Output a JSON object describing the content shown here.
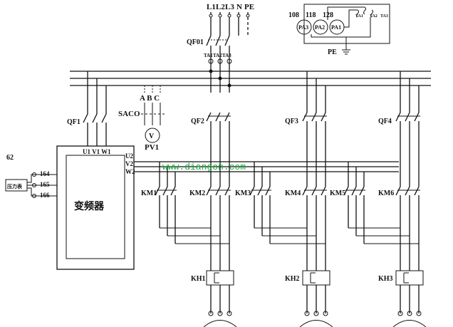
{
  "supply": {
    "phases": [
      "L1",
      "L2",
      "L3",
      "N",
      "PE"
    ]
  },
  "meters": {
    "pa": [
      {
        "num": "108",
        "label": "PA3"
      },
      {
        "num": "118",
        "label": "PA2"
      },
      {
        "num": "128",
        "label": "PA1"
      }
    ],
    "ct_labels": [
      "TA1",
      "TA2",
      "TA3"
    ],
    "pe_label": "PE"
  },
  "main_switch": {
    "label": "QF01",
    "taps": [
      "TA1",
      "TA2",
      "TA3"
    ]
  },
  "breakers": [
    "QF1",
    "QF2",
    "QF3",
    "QF4"
  ],
  "voltmeter": {
    "phases": "A B C",
    "switch": "SACO",
    "meter_symbol": "V",
    "label": "PV1"
  },
  "inverter": {
    "id": "62",
    "input_terminals": "U1 V1 W1",
    "output_terminals": [
      "U2",
      "V2",
      "W2"
    ],
    "name": "变频器",
    "sensor_label": "压力表",
    "sensor_terminals": [
      "164",
      "165",
      "166"
    ]
  },
  "contactors": [
    "KM1",
    "KM2",
    "KM3",
    "KM4",
    "KM5",
    "KM6"
  ],
  "overloads": [
    "KH1",
    "KH2",
    "KH3"
  ],
  "watermark": "www.diangon.com",
  "colors": {
    "line": "#111111",
    "watermark": "#1aa83a",
    "background": "#ffffff"
  }
}
